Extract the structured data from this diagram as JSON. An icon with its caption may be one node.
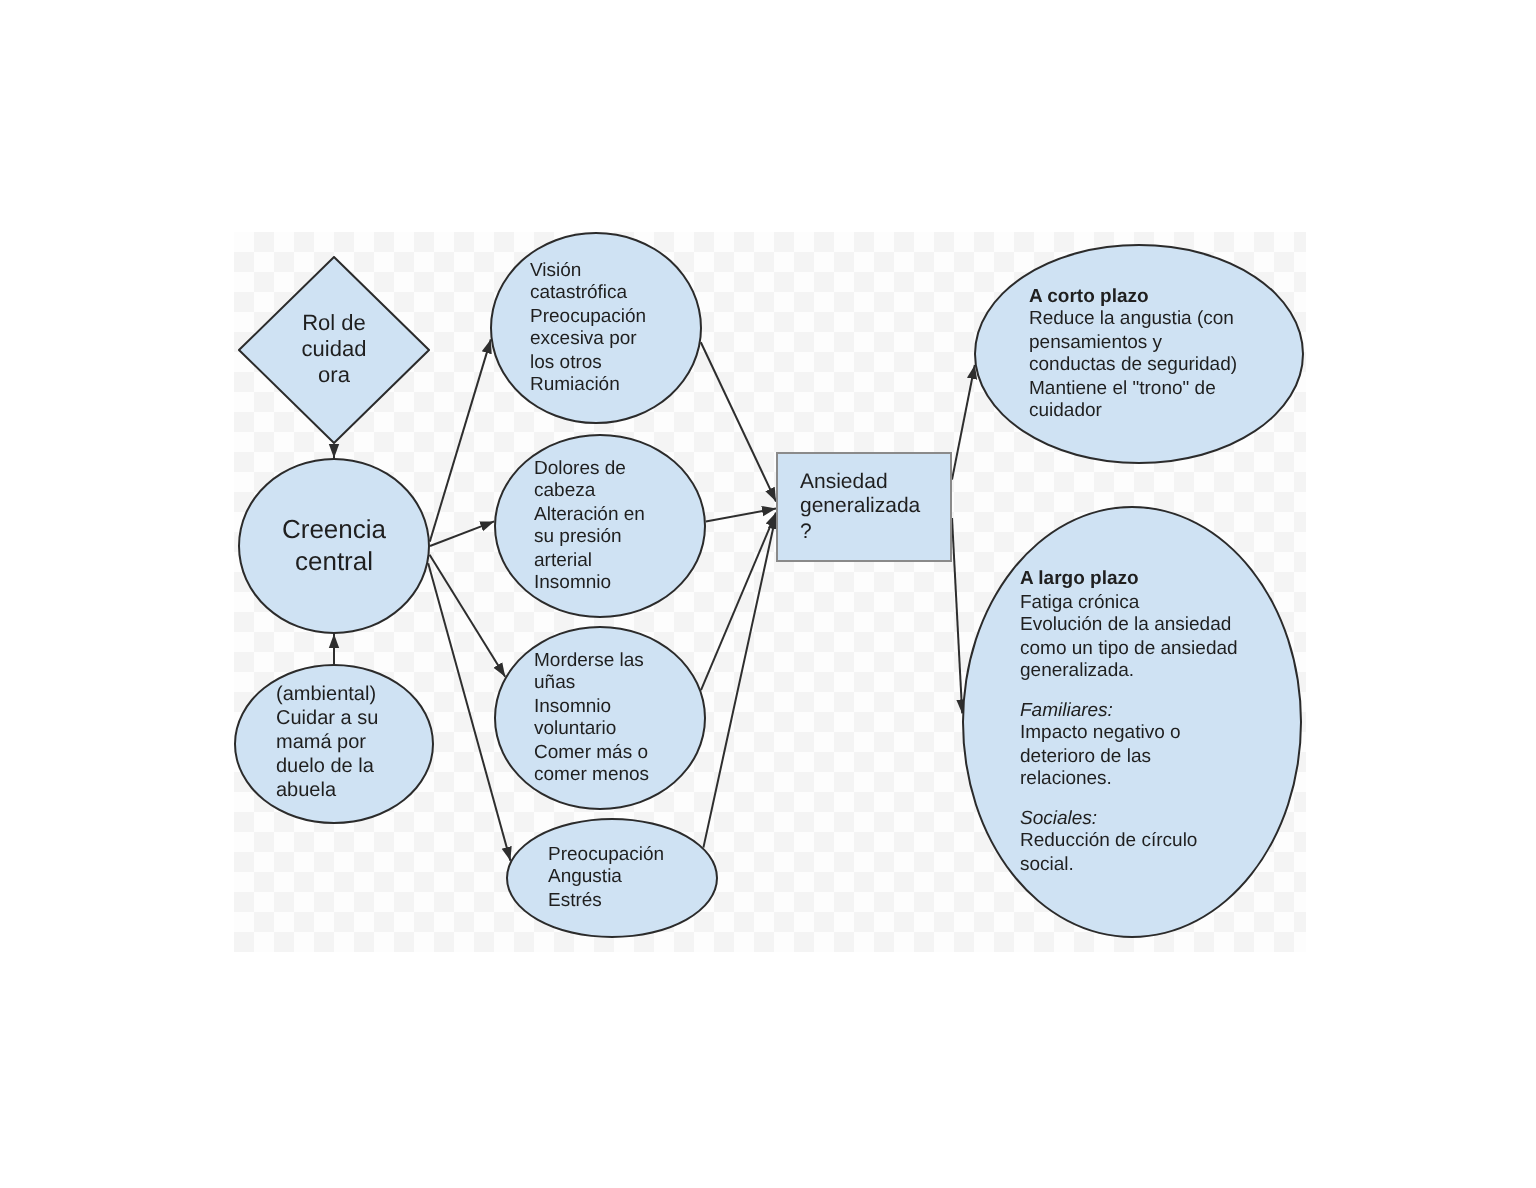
{
  "diagram": {
    "nodes": [
      {
        "text": [
          "Rol de cuidad ora"
        ]
      },
      {
        "text": [
          "Creencia central"
        ]
      },
      {
        "text": [
          "(ambiental)",
          "Cuidar a su mamá por duelo de la abuela"
        ]
      },
      {
        "text": [
          "Visión catastrófica",
          "Preocupación excesiva por los otros",
          "Rumiación"
        ]
      },
      {
        "text": [
          "Dolores de cabeza",
          "Alteración en su presión arterial",
          "Insomnio"
        ]
      },
      {
        "text": [
          "Morderse las uñas",
          "Insomnio voluntario",
          "Comer más o comer menos"
        ]
      },
      {
        "text": [
          "Preocupación",
          "Angustia",
          "Estrés"
        ]
      },
      {
        "text": [
          "Ansiedad generalizada ?"
        ]
      },
      {
        "text": [
          "A corto plazo",
          "Reduce la angustia (con pensamientos y conductas de seguridad)",
          "Mantiene el \"trono\" de cuidador"
        ]
      },
      {
        "text": [
          "A largo plazo",
          "Fatiga crónica",
          "Evolución de la ansiedad como un tipo de ansiedad generalizada.",
          "Familiares:",
          "Impacto negativo o deterioro de las relaciones.",
          "Sociales:",
          "Reducción de círculo social."
        ]
      }
    ],
    "edges": [
      {
        "from": 0,
        "to": 1,
        "arrow": "to"
      },
      {
        "from": 2,
        "to": 1,
        "arrow": "to"
      },
      {
        "from": 1,
        "to": 3,
        "arrow": "to"
      },
      {
        "from": 1,
        "to": 4,
        "arrow": "to"
      },
      {
        "from": 1,
        "to": 5,
        "arrow": "to"
      },
      {
        "from": 1,
        "to": 6,
        "arrow": "to"
      },
      {
        "from": 3,
        "to": 7,
        "arrow": "to"
      },
      {
        "from": 4,
        "to": 7,
        "arrow": "to"
      },
      {
        "from": 5,
        "to": 7,
        "arrow": "to"
      },
      {
        "from": 6,
        "to": 7,
        "arrow": "to"
      },
      {
        "from": 7,
        "to": 8,
        "arrow": "to"
      },
      {
        "from": 7,
        "to": 9,
        "arrow": "to"
      }
    ]
  }
}
